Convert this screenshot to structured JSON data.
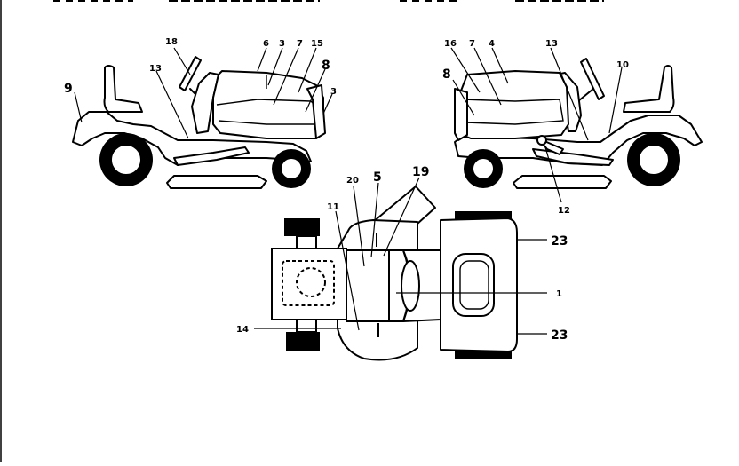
{
  "callouts": {
    "l_18": "18",
    "l_6": "6",
    "l_3": "3",
    "l_7": "7",
    "l_15": "15",
    "l_8": "8",
    "l_9": "9",
    "l_13": "13",
    "l_3b": "3",
    "r_16": "16",
    "r_7": "7",
    "r_4": "4",
    "r_13": "13",
    "r_10": "10",
    "r_8": "8",
    "r_12": "12",
    "t_20": "20",
    "t_5": "5",
    "t_19": "19",
    "t_11": "11",
    "t_23a": "23",
    "t_1": "1",
    "t_14": "14",
    "t_23b": "23"
  }
}
